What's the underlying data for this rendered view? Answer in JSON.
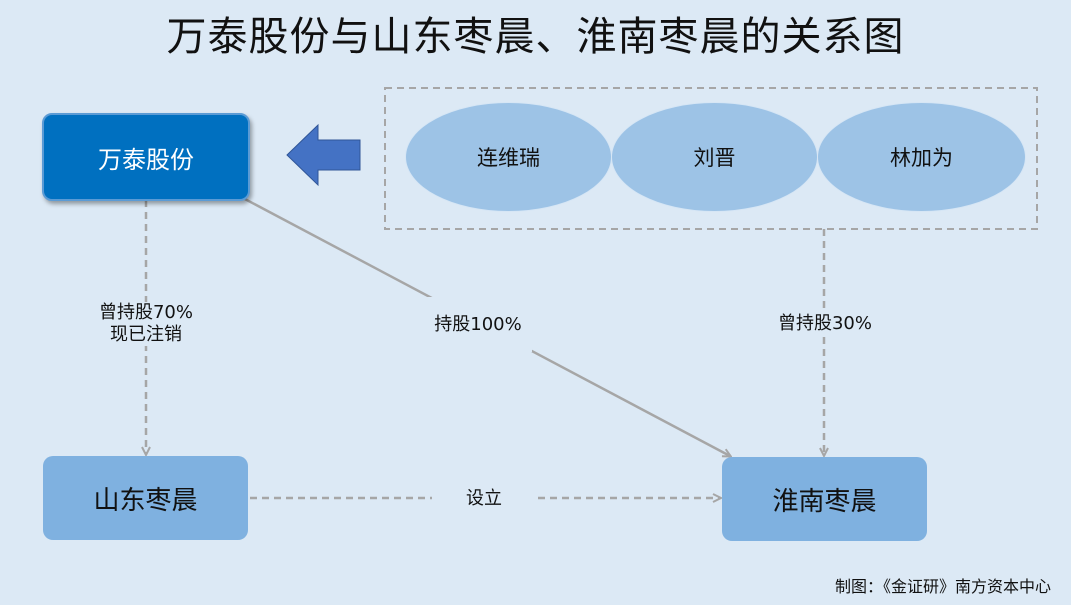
{
  "title": "万泰股份与山东枣晨、淮南枣晨的关系图",
  "nodes": {
    "wantai": "万泰股份",
    "shandong": "山东枣晨",
    "huainan": "淮南枣晨"
  },
  "persons": [
    "连维瑞",
    "刘晋",
    "林加为"
  ],
  "edges": {
    "wantai_to_shandong_line1": "曾持股70%",
    "wantai_to_shandong_line2": "现已注销",
    "wantai_to_huainan": "持股100%",
    "persons_to_huainan": "曾持股30%",
    "shandong_to_huainan": "设立"
  },
  "credit": "制图：《金证研》南方资本中心",
  "colors": {
    "background": "#dce9f5",
    "dark_box": "#0070c0",
    "light_box": "#7fb1e0",
    "ellipse": "#9dc3e6",
    "arrow_blue": "#4472c4",
    "line_gray": "#a6a6a6"
  },
  "icons": {
    "big_arrow": "arrow-left-icon"
  }
}
